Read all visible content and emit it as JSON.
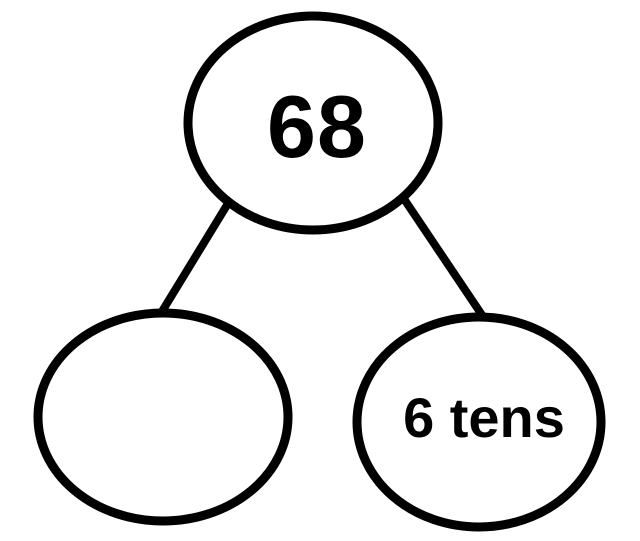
{
  "diagram": {
    "kind": "number-bond",
    "whole": {
      "label": "68"
    },
    "parts": [
      {
        "label": ""
      },
      {
        "label": "6 tens"
      }
    ]
  },
  "colors": {
    "stroke": "#000000",
    "text": "#000000",
    "background": "#ffffff"
  }
}
